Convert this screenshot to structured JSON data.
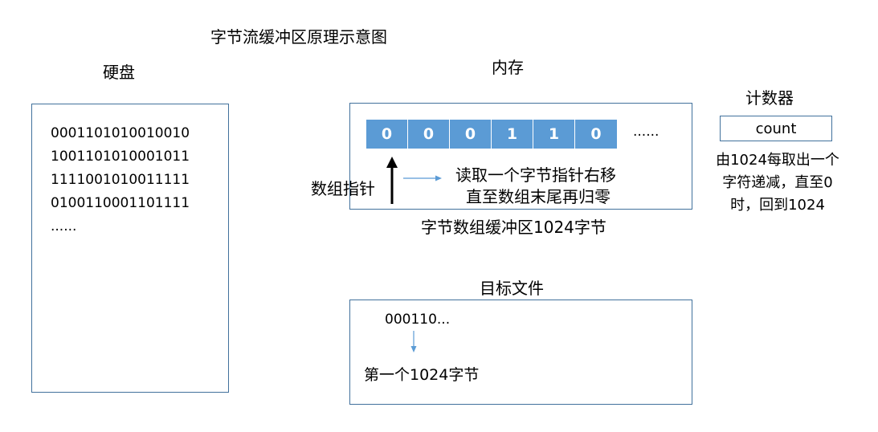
{
  "title": "字节流缓冲区原理示意图",
  "disk": {
    "label": "硬盘",
    "lines": [
      "0001101010010010",
      "1001101010001011",
      "1111001010011111",
      "0100110001101111",
      "......"
    ]
  },
  "memory": {
    "label": "内存",
    "cells": [
      "0",
      "0",
      "0",
      "1",
      "1",
      "0"
    ],
    "ellipsis": "......",
    "pointer_label": "数组指针",
    "pointer_desc_1": "读取一个字节指针右移",
    "pointer_desc_2": "直至数组末尾再归零",
    "buffer_caption": "字节数组缓冲区1024字节"
  },
  "counter": {
    "label": "计数器",
    "box_text": "count",
    "note_1": "由1024每取出一个",
    "note_2": "字符递减，直至0",
    "note_3": "时，回到1024"
  },
  "target": {
    "label": "目标文件",
    "bits": "000110...",
    "chunk_label": "第一个1024字节"
  },
  "colors": {
    "border": "#41719c",
    "cell_fill": "#5b9bd5",
    "arrow": "#5b9bd5"
  }
}
